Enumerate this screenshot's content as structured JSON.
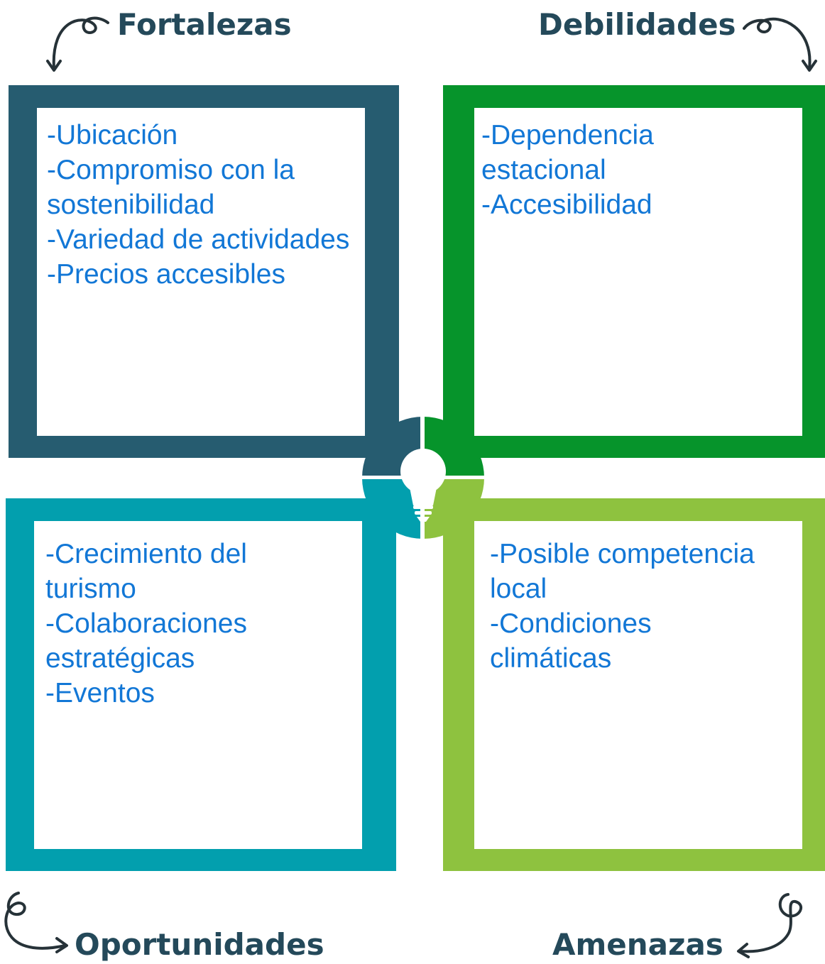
{
  "colors": {
    "fortalezas": "#265c70",
    "debilidades": "#06942b",
    "oportunidades": "#029fae",
    "amenazas": "#8ec23f",
    "heading_text": "#24495a",
    "item_text": "#1277d6"
  },
  "icons": {
    "center": "lightbulb-icon",
    "arrows": "curly-arrow-icon"
  },
  "quadrants": {
    "fortalezas": {
      "title": "Fortalezas",
      "items": [
        "-Ubicación",
        "-Compromiso con la sostenibilidad",
        "-Variedad de actividades",
        "-Precios accesibles"
      ]
    },
    "debilidades": {
      "title": "Debilidades",
      "items": [
        "-Dependencia estacional",
        "-Accesibilidad"
      ]
    },
    "oportunidades": {
      "title": "Oportunidades",
      "items": [
        "-Crecimiento del turismo",
        "-Colaboraciones estratégicas",
        "-Eventos"
      ]
    },
    "amenazas": {
      "title": "Amenazas",
      "items": [
        "-Posible competencia local",
        "-Condiciones climáticas"
      ]
    }
  }
}
